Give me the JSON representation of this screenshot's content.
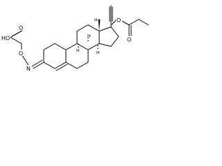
{
  "labels": {
    "hydroxyl": "HO",
    "acid_oxygen": "O",
    "ether_oxygen": "O",
    "oxime_nitrogen": "N",
    "ester_oxygen": "O",
    "carbonyl_oxygen": "O",
    "h8": "H",
    "h9": "H",
    "h14": "H",
    "methyl_13": "H"
  }
}
